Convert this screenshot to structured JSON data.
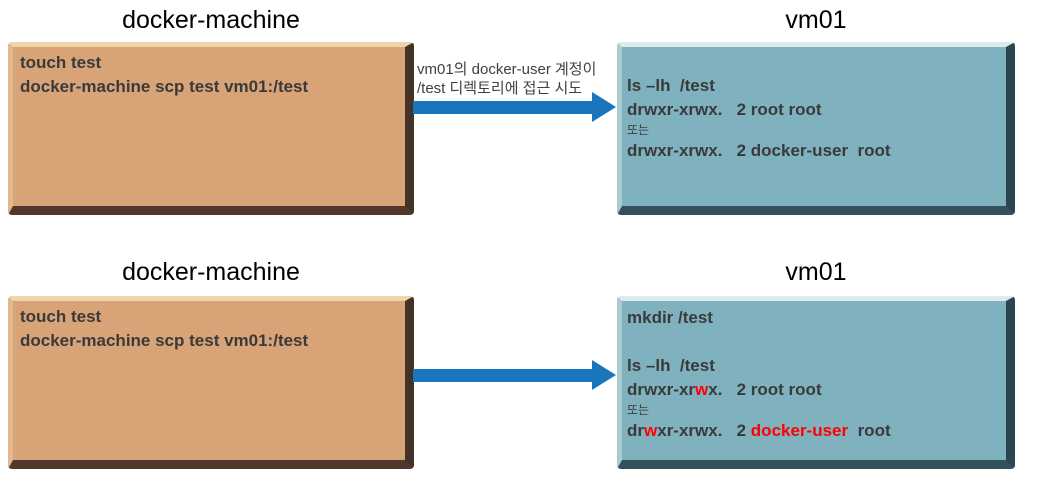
{
  "colors": {
    "tan_box_fill": "#d7a377",
    "teal_box_fill": "#7fb1bf",
    "arrow_blue": "#1b75bc",
    "highlight_red": "#ff0000",
    "box_text": "#3a3a3a"
  },
  "row1": {
    "left_title": "docker-machine",
    "right_title": "vm01",
    "left_box": {
      "line1": "touch test",
      "line2": "docker-machine scp test vm01:/test"
    },
    "arrow_label": {
      "line1": "vm01의 docker-user 계정이",
      "line2": "/test 디렉토리에 접근 시도"
    },
    "right_box": {
      "line1": [
        {
          "t": "ls –lh  /test"
        }
      ],
      "line2": [
        {
          "t": "drwxr-xrwx.   2 root root"
        }
      ],
      "line3": [
        {
          "t": "또는"
        }
      ],
      "line4": [
        {
          "t": "drwxr-xrwx.   2 docker-user  root"
        }
      ]
    }
  },
  "row2": {
    "left_title": "docker-machine",
    "right_title": "vm01",
    "left_box": {
      "line1": "touch test",
      "line2": "docker-machine scp test vm01:/test"
    },
    "right_box": {
      "line1": [
        {
          "t": "mkdir /test"
        }
      ],
      "line2": [
        {
          "t": ""
        }
      ],
      "line3": [
        {
          "t": "ls –lh  /test"
        }
      ],
      "line4": [
        {
          "t": "drwxr-xr"
        },
        {
          "t": "w",
          "c": "#ff0000"
        },
        {
          "t": "x.   2 root root"
        }
      ],
      "line5": [
        {
          "t": "또는"
        }
      ],
      "line6": [
        {
          "t": "dr"
        },
        {
          "t": "w",
          "c": "#ff0000"
        },
        {
          "t": "xr-xrwx.   2 "
        },
        {
          "t": "docker-user",
          "c": "#ff0000"
        },
        {
          "t": "  root"
        }
      ]
    }
  }
}
